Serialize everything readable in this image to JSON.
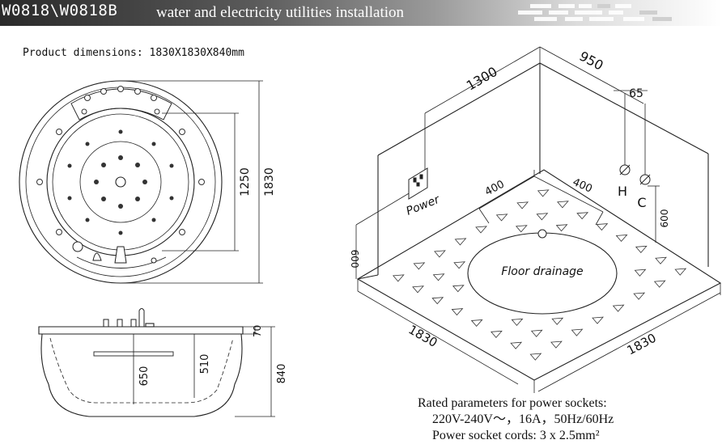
{
  "header": {
    "model": "W0818\\W0818B",
    "title": "water and electricity utilities installation"
  },
  "product_dimensions": "Product dimensions: 1830X1830X840mm",
  "top_view": {
    "dim_inner": "1250",
    "dim_outer": "1830"
  },
  "side_view": {
    "dim_70": "70",
    "dim_510": "510",
    "dim_650": "650",
    "dim_840": "840"
  },
  "room_view": {
    "dim_1300": "1300",
    "dim_950": "950",
    "dim_65": "65",
    "dim_400_left": "400",
    "dim_400_right": "400",
    "dim_600_left": "600",
    "dim_600_right": "600",
    "dim_1830_left": "1830",
    "dim_1830_right": "1830",
    "label_h": "H",
    "label_c": "C",
    "power_label": "Power",
    "floor_drainage": "Floor drainage"
  },
  "specs": {
    "line1": "Rated parameters for power sockets:",
    "line2": "220V-240V～，16A，50Hz/60Hz",
    "line3": "Power socket cords: 3 x 2.5mm²"
  }
}
